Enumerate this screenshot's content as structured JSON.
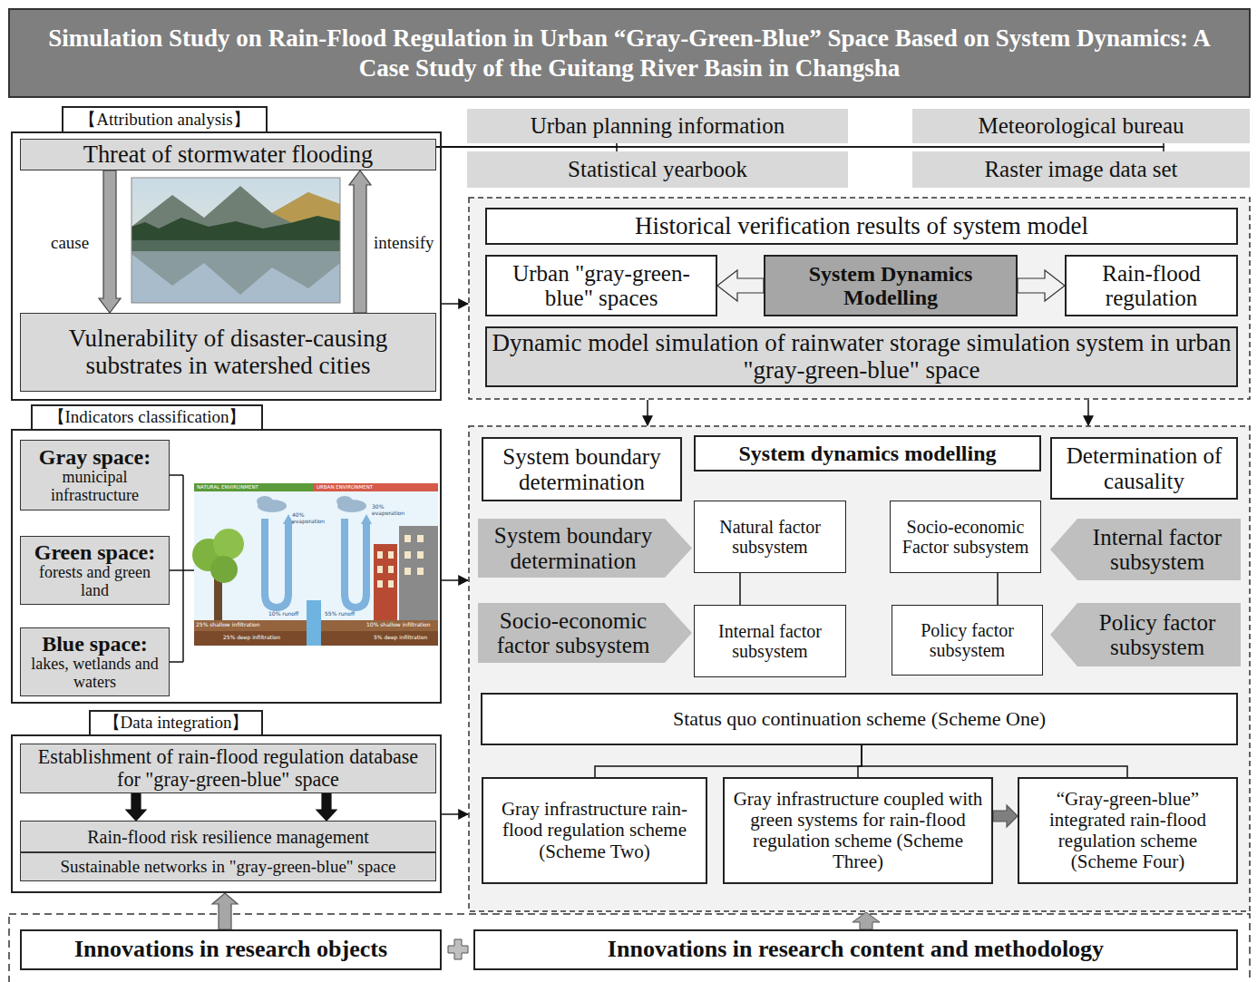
{
  "diagram": {
    "title": "Simulation Study on Rain-Flood Regulation in Urban “Gray-Green-Blue” Space Based on System Dynamics: A Case Study of the Guitang River Basin in Changsha",
    "nodes": [
      {
        "text": [
          "【Attribution analysis】"
        ]
      },
      {
        "text": [
          "Threat of stormwater flooding"
        ],
        "in": 0
      },
      {
        "text": [
          "Vulnerability of disaster-causing substrates in watershed cities"
        ],
        "in": 0
      },
      {
        "text": [
          "Urban planning information"
        ]
      },
      {
        "text": [
          "Statistical yearbook"
        ]
      },
      {
        "text": [
          "Meteorological bureau"
        ]
      },
      {
        "text": [
          "Raster image data set"
        ]
      },
      {
        "text": [
          "Historical verification results of system model"
        ]
      },
      {
        "text": [
          "Urban \"gray-green-blue\" spaces"
        ]
      },
      {
        "text": [
          "System Dynamics Modelling"
        ]
      },
      {
        "text": [
          "Rain-flood regulation"
        ]
      },
      {
        "text": [
          "Dynamic model simulation of rainwater storage simulation system in urban \"gray-green-blue\" space"
        ]
      },
      {
        "text": [
          "【Indicators classification】"
        ]
      },
      {
        "text": [
          "Gray space:",
          "municipal infrastructure"
        ],
        "in": 12
      },
      {
        "text": [
          "Green space:",
          "forests and green land"
        ],
        "in": 12
      },
      {
        "text": [
          "Blue space:",
          "lakes, wetlands and waters"
        ],
        "in": 12
      },
      {
        "text": [
          "【Data integration】"
        ]
      },
      {
        "text": [
          "Establishment of rain-flood regulation database for \"gray-green-blue\" space"
        ],
        "in": 16
      },
      {
        "text": [
          "Rain-flood risk resilience management"
        ],
        "in": 16
      },
      {
        "text": [
          "Sustainable networks in \"gray-green-blue\" space"
        ],
        "in": 16
      },
      {
        "text": [
          "System boundary determination"
        ]
      },
      {
        "text": [
          "System dynamics modelling"
        ]
      },
      {
        "text": [
          "Determination of causality"
        ]
      },
      {
        "text": [
          "System boundary determination"
        ]
      },
      {
        "text": [
          "Natural factor subsystem"
        ]
      },
      {
        "text": [
          "Socio-economic Factor subsystem"
        ]
      },
      {
        "text": [
          "Internal factor subsystem"
        ]
      },
      {
        "text": [
          "Socio-economic factor subsystem"
        ]
      },
      {
        "text": [
          "Internal factor subsystem"
        ]
      },
      {
        "text": [
          "Policy factor subsystem"
        ]
      },
      {
        "text": [
          "Policy factor subsystem"
        ]
      },
      {
        "text": [
          "Status quo continuation scheme (Scheme One)"
        ]
      },
      {
        "text": [
          "Gray infrastructure rain-flood regulation scheme (Scheme Two)"
        ]
      },
      {
        "text": [
          "Gray infrastructure coupled with green systems for rain-flood regulation scheme (Scheme Three)"
        ]
      },
      {
        "text": [
          "“Gray-green-blue” integrated rain-flood regulation scheme (Scheme Four)"
        ]
      },
      {
        "text": [
          "Innovations in research objects"
        ]
      },
      {
        "text": [
          "Innovations in research content and methodology"
        ]
      }
    ],
    "edges": [
      {
        "from": 1,
        "to": 2,
        "label": "cause",
        "arrow": "to"
      },
      {
        "from": 2,
        "to": 1,
        "label": "intensify",
        "arrow": "to"
      },
      {
        "from": 1,
        "to": 3,
        "arrow": "none"
      },
      {
        "from": 1,
        "to": 4,
        "arrow": "none"
      },
      {
        "from": 1,
        "to": 5,
        "arrow": "none"
      },
      {
        "from": 1,
        "to": 6,
        "arrow": "none"
      },
      {
        "from": 9,
        "to": 8,
        "arrow": "to"
      },
      {
        "from": 9,
        "to": 10,
        "arrow": "to"
      },
      {
        "from": 17,
        "to": 18,
        "arrow": "to"
      },
      {
        "from": 17,
        "to": 18,
        "arrow": "to"
      },
      {
        "from": 24,
        "to": 28,
        "arrow": "none"
      },
      {
        "from": 25,
        "to": 29,
        "arrow": "none"
      },
      {
        "from": 31,
        "to": 32,
        "arrow": "none"
      },
      {
        "from": 31,
        "to": 33,
        "arrow": "none"
      },
      {
        "from": 31,
        "to": 34,
        "arrow": "none"
      },
      {
        "from": 33,
        "to": 34,
        "arrow": "to"
      },
      {
        "from": 35,
        "to": 16,
        "arrow": "to"
      }
    ],
    "labels": [
      "NATURAL ENVIRONMENT",
      "URBAN ENVIRONMENT",
      "40% evaporation",
      "30% evaporation",
      "10% runoff",
      "55% runoff",
      "25% shallow infiltration",
      "25% deep infiltration",
      "10% shallow infiltration",
      "5% deep infiltration"
    ]
  }
}
